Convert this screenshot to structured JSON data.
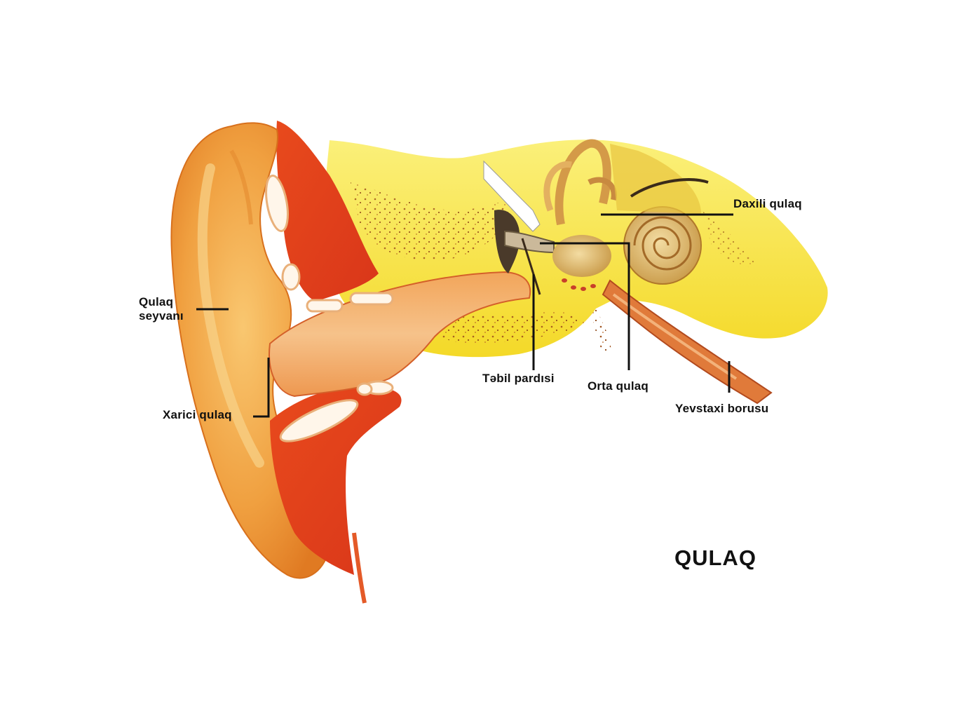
{
  "title": "QULAQ",
  "labels": {
    "auricle": [
      "Qulaq",
      "seyvanı"
    ],
    "outer_ear": "Xarici qulaq",
    "eardrum": "Təbil pardısi",
    "middle_ear": "Orta qulaq",
    "inner_ear": "Daxili qulaq",
    "eustachian_tube": "Yevstaxi borusu"
  },
  "colors": {
    "skin_orange": "#f0a040",
    "canal_red": "#e2401a",
    "bone_yellow": "#f7e23a",
    "cartilage_white": "#fff6ea",
    "label_line": "#111111"
  }
}
